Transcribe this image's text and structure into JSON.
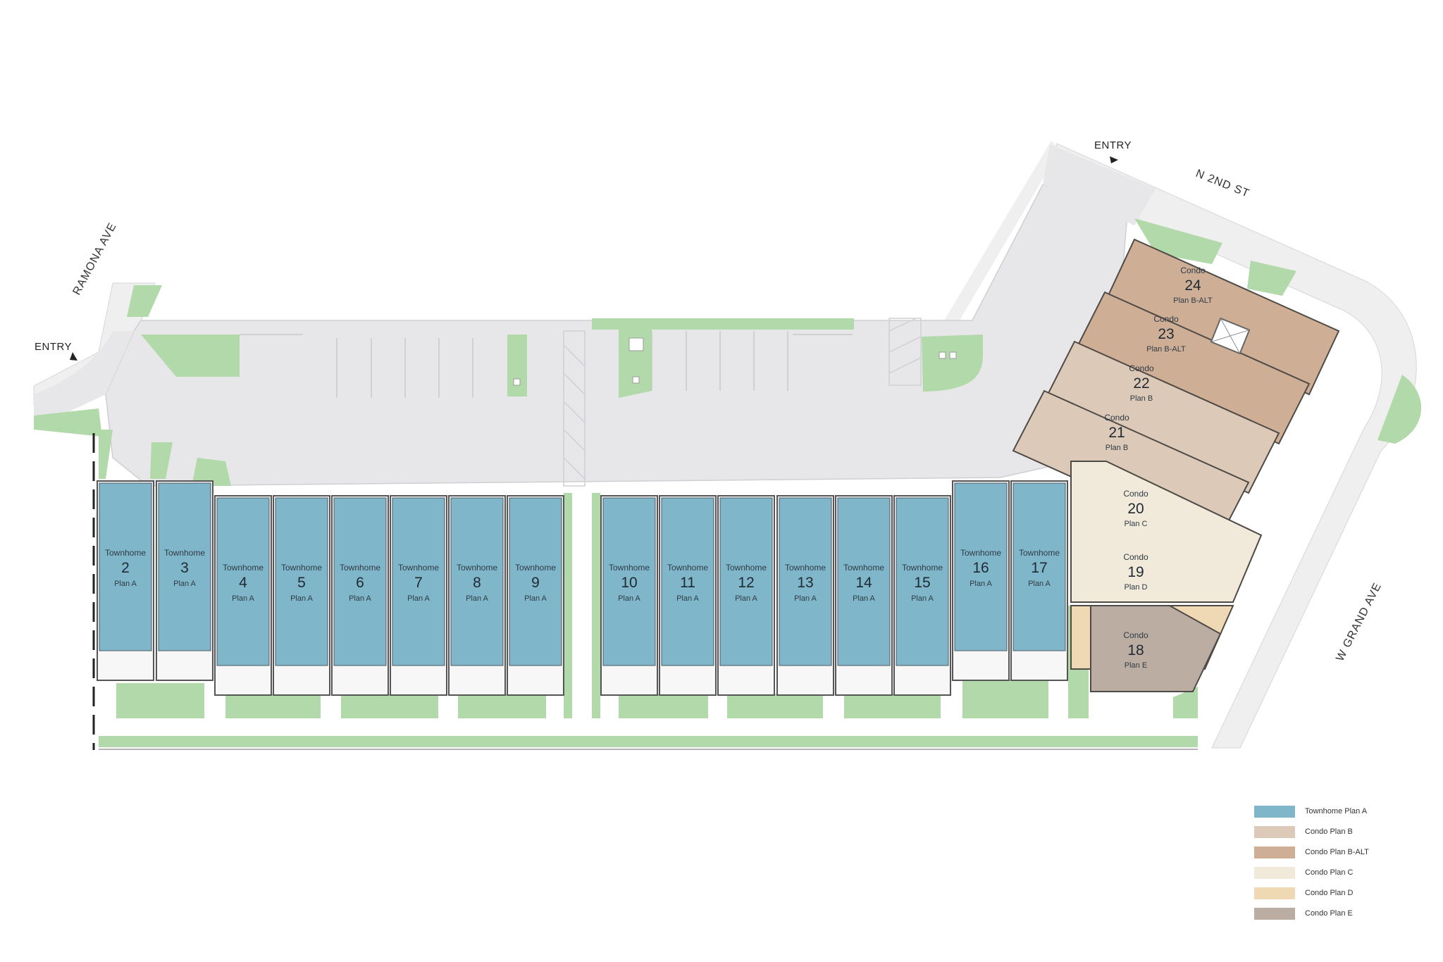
{
  "streets": {
    "ramona": "RAMONA AVE",
    "n2nd": "N 2ND ST",
    "wgrand": "W GRAND AVE"
  },
  "entries": [
    "ENTRY",
    "ENTRY"
  ],
  "colors": {
    "townhome_a": "#7fb6c9",
    "condo_b": "#dcc9b7",
    "condo_b_alt": "#cfae96",
    "condo_c": "#f1e9d9",
    "condo_d": "#efd9b4",
    "condo_e": "#bcada2",
    "green": "#b2d9a9",
    "paving": "#e7e7ea",
    "walk": "#f1f1f1"
  },
  "townhomes": [
    {
      "type": "Townhome",
      "num": "2",
      "plan": "Plan A"
    },
    {
      "type": "Townhome",
      "num": "3",
      "plan": "Plan A"
    },
    {
      "type": "Townhome",
      "num": "4",
      "plan": "Plan A"
    },
    {
      "type": "Townhome",
      "num": "5",
      "plan": "Plan A"
    },
    {
      "type": "Townhome",
      "num": "6",
      "plan": "Plan A"
    },
    {
      "type": "Townhome",
      "num": "7",
      "plan": "Plan A"
    },
    {
      "type": "Townhome",
      "num": "8",
      "plan": "Plan A"
    },
    {
      "type": "Townhome",
      "num": "9",
      "plan": "Plan A"
    },
    {
      "type": "Townhome",
      "num": "10",
      "plan": "Plan A"
    },
    {
      "type": "Townhome",
      "num": "11",
      "plan": "Plan A"
    },
    {
      "type": "Townhome",
      "num": "12",
      "plan": "Plan A"
    },
    {
      "type": "Townhome",
      "num": "13",
      "plan": "Plan A"
    },
    {
      "type": "Townhome",
      "num": "14",
      "plan": "Plan A"
    },
    {
      "type": "Townhome",
      "num": "15",
      "plan": "Plan A"
    },
    {
      "type": "Townhome",
      "num": "16",
      "plan": "Plan A"
    },
    {
      "type": "Townhome",
      "num": "17",
      "plan": "Plan A"
    }
  ],
  "condos": [
    {
      "type": "Condo",
      "num": "24",
      "plan": "Plan B-ALT"
    },
    {
      "type": "Condo",
      "num": "23",
      "plan": "Plan B-ALT"
    },
    {
      "type": "Condo",
      "num": "22",
      "plan": "Plan B"
    },
    {
      "type": "Condo",
      "num": "21",
      "plan": "Plan B"
    },
    {
      "type": "Condo",
      "num": "20",
      "plan": "Plan C"
    },
    {
      "type": "Condo",
      "num": "19",
      "plan": "Plan D"
    },
    {
      "type": "Condo",
      "num": "18",
      "plan": "Plan E"
    }
  ],
  "legend": [
    {
      "label": "Townhome Plan A",
      "color": "#7fb6c9"
    },
    {
      "label": "Condo Plan B",
      "color": "#dcc9b7"
    },
    {
      "label": "Condo Plan B-ALT",
      "color": "#cfae96"
    },
    {
      "label": "Condo Plan C",
      "color": "#f1e9d9"
    },
    {
      "label": "Condo Plan D",
      "color": "#efd9b4"
    },
    {
      "label": "Condo Plan E",
      "color": "#bcada2"
    }
  ]
}
